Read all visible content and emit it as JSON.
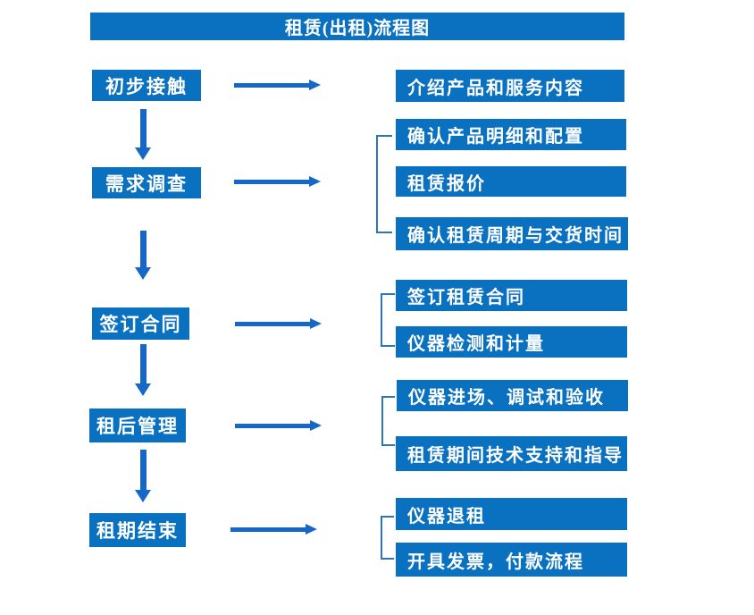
{
  "title": "租赁(出租)流程图",
  "colors": {
    "box_fill": "#0a70c0",
    "arrow": "#1568c8",
    "bracket": "#2e75b6",
    "text": "#ffffff"
  },
  "flow": [
    {
      "step": "初步接触",
      "details": [
        "介绍产品和服务内容"
      ]
    },
    {
      "step": "需求调查",
      "details": [
        "确认产品明细和配置",
        "租赁报价",
        "确认租赁周期与交货时间"
      ]
    },
    {
      "step": "签订合同",
      "details": [
        "签订租赁合同",
        "仪器检测和计量"
      ]
    },
    {
      "step": "租后管理",
      "details": [
        "仪器进场、调试和验收",
        "租赁期间技术支持和指导"
      ]
    },
    {
      "step": "租期结束",
      "details": [
        "仪器退租",
        "开具发票，付款流程"
      ]
    }
  ]
}
